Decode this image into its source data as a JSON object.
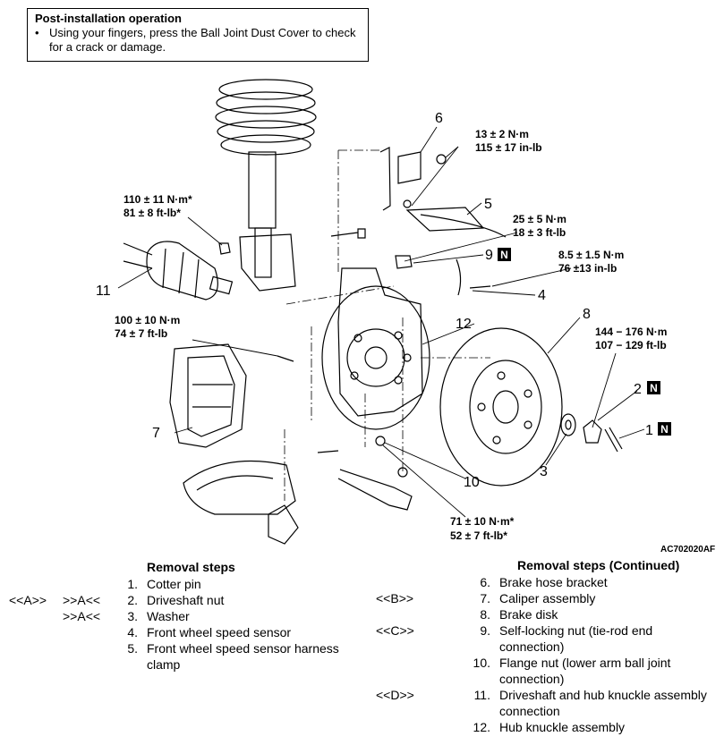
{
  "note": {
    "title": "Post-installation operation",
    "bullet": "•",
    "text": "Using your fingers, press the Ball Joint Dust Cover to check for a crack or damage."
  },
  "callouts": {
    "c1": "1",
    "c2": "2",
    "c3": "3",
    "c4": "4",
    "c5": "5",
    "c6": "6",
    "c7": "7",
    "c8": "8",
    "c9": "9",
    "c10": "10",
    "c11": "11",
    "c12": "12",
    "n_badge": "N"
  },
  "torques": {
    "t6": [
      "13 ± 2 N·m",
      "115 ± 17 in-lb"
    ],
    "t11": [
      "110 ± 11 N·m*",
      "81 ± 8 ft-lb*"
    ],
    "t9": [
      "25 ± 5 N·m",
      "18 ± 3 ft-lb"
    ],
    "t4": [
      "8.5 ± 1.5 N·m",
      "76 ±13 in-lb"
    ],
    "t7": [
      "100 ± 10 N·m",
      "74 ± 7 ft-lb"
    ],
    "t2": [
      "144 − 176 N·m",
      "107 − 129 ft-lb"
    ],
    "t10": [
      "71 ± 10 N·m*",
      "52 ± 7 ft-lb*"
    ]
  },
  "figure_code": "AC702020AF",
  "removal_left": {
    "header": "Removal steps",
    "steps": [
      {
        "ref1": "",
        "ref2": "",
        "num": "1.",
        "text": "Cotter pin"
      },
      {
        "ref1": "<<A>>",
        "ref2": ">>A<<",
        "num": "2.",
        "text": "Driveshaft nut"
      },
      {
        "ref1": "",
        "ref2": ">>A<<",
        "num": "3.",
        "text": "Washer"
      },
      {
        "ref1": "",
        "ref2": "",
        "num": "4.",
        "text": "Front wheel speed sensor"
      },
      {
        "ref1": "",
        "ref2": "",
        "num": "5.",
        "text": "Front wheel speed sensor harness clamp"
      }
    ]
  },
  "removal_right": {
    "header": "Removal steps (Continued)",
    "steps": [
      {
        "ref1": "",
        "num": "6.",
        "text": "Brake hose bracket"
      },
      {
        "ref1": "<<B>>",
        "num": "7.",
        "text": "Caliper assembly"
      },
      {
        "ref1": "",
        "num": "8.",
        "text": "Brake disk"
      },
      {
        "ref1": "<<C>>",
        "num": "9.",
        "text": "Self-locking nut (tie-rod end connection)"
      },
      {
        "ref1": "",
        "num": "10.",
        "text": "Flange nut (lower arm ball joint connection)"
      },
      {
        "ref1": "<<D>>",
        "num": "11.",
        "text": "Driveshaft and hub knuckle assembly connection"
      },
      {
        "ref1": "",
        "num": "12.",
        "text": "Hub knuckle assembly"
      }
    ]
  }
}
